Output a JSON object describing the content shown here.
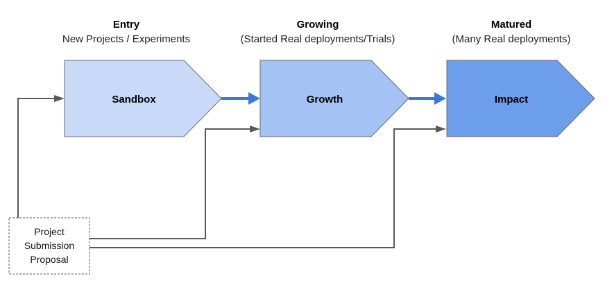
{
  "stages": [
    {
      "title": "Entry",
      "subtitle": "New Projects / Experiments",
      "box": "Sandbox",
      "color": "#c9daf8"
    },
    {
      "title": "Growing",
      "subtitle": "(Started Real deployments/Trials)",
      "box": "Growth",
      "color": "#a4c2f4"
    },
    {
      "title": "Matured",
      "subtitle": "(Many Real deployments)",
      "box": "Impact",
      "color": "#6d9eeb"
    }
  ],
  "proposal": {
    "lines": [
      "Project",
      "Submission",
      "Proposal"
    ]
  },
  "colors": {
    "box_stroke": "#6b6b6b",
    "flow_arrow": "#3c78d8",
    "connector": "#595959",
    "proposal_border": "#595959"
  }
}
